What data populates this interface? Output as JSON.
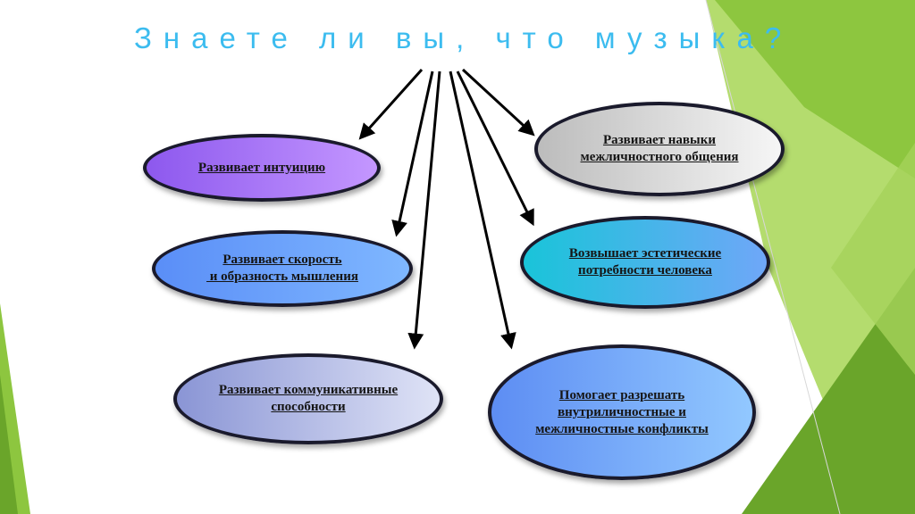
{
  "slide": {
    "title": "Знаете ли вы, что музыка?",
    "accent_color": "#3cbcef",
    "decoration_colors": [
      "#8dc63f",
      "#6aa52a",
      "#b4dc6e"
    ]
  },
  "bubbles": [
    {
      "id": "intuition",
      "lines": [
        "Развивает интуицию"
      ]
    },
    {
      "id": "speed",
      "lines": [
        "Развивает скорость",
        " и образность мышления"
      ]
    },
    {
      "id": "comm",
      "lines": [
        "Развивает коммуникативные",
        "способности"
      ]
    },
    {
      "id": "interpersonal",
      "lines": [
        "Развивает навыки",
        "межличностного общения"
      ]
    },
    {
      "id": "aesthetic",
      "lines": [
        "Возвышает эстетические",
        "потребности человека"
      ]
    },
    {
      "id": "conflict",
      "lines": [
        "Помогает разрешать",
        "внутриличностные и",
        "межличностные конфликты"
      ]
    }
  ]
}
